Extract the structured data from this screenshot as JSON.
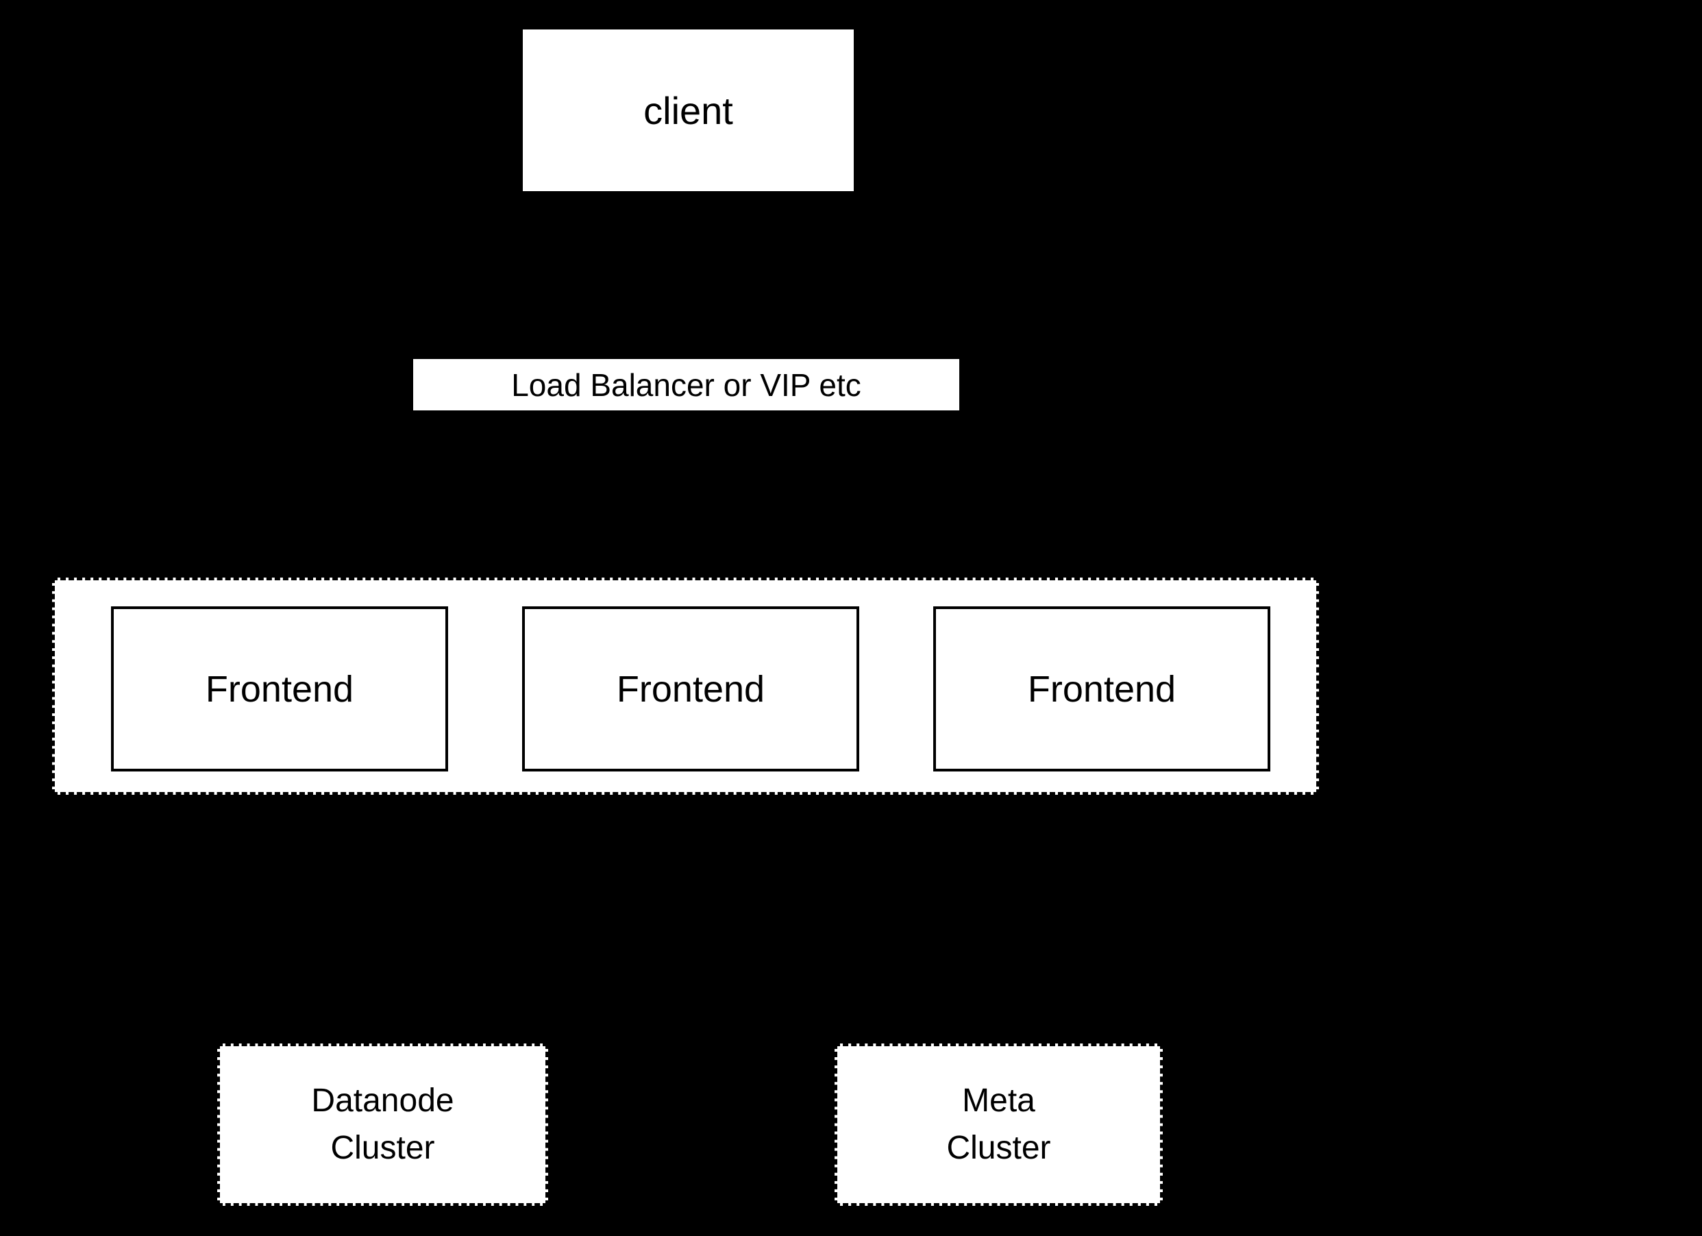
{
  "diagram": {
    "title": "frontend-load-balancer-architecture",
    "colors": {
      "background": "#000000",
      "node_fill": "#ffffff",
      "node_border": "#000000",
      "node_text": "#000000"
    },
    "client": {
      "label": "client"
    },
    "load_balancer": {
      "label": "Load Balancer or VIP etc"
    },
    "frontend_group": {
      "nodes": [
        {
          "label": "Frontend"
        },
        {
          "label": "Frontend"
        },
        {
          "label": "Frontend"
        }
      ]
    },
    "datanode_cluster": {
      "line1": "Datanode",
      "line2": "Cluster"
    },
    "meta_cluster": {
      "line1": "Meta",
      "line2": "Cluster"
    }
  }
}
